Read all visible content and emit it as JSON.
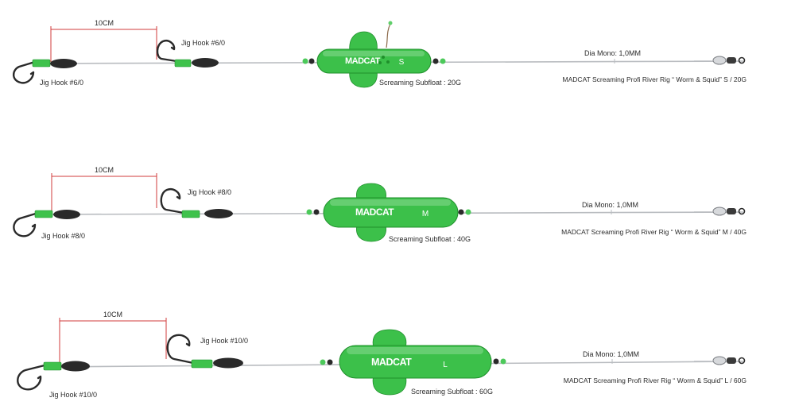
{
  "colors": {
    "line": "#b9bcc0",
    "measure": "#d23b3b",
    "float_green": "#3cc04a",
    "float_dark": "#1f8f2b",
    "sleeve_green": "#3fc24c",
    "bead_green": "#4cc95a",
    "sinker": "#2a2a2a",
    "hook": "#2a2a2a",
    "text": "#2b2b2b"
  },
  "rigs": [
    {
      "measure_label": "10CM",
      "hook_front_label": "Jig Hook #6/0",
      "hook_rear_label": "Jig Hook #6/0",
      "float_brand": "MADCAT",
      "float_size": "S",
      "float_label": "Screaming Subfloat : 20G",
      "line_label": "Dia Mono: 1,0MM",
      "product_label": "MADCAT Screaming Profi River Rig “ Worm & Squid” S / 20G"
    },
    {
      "measure_label": "10CM",
      "hook_front_label": "Jig Hook #8/0",
      "hook_rear_label": "Jig Hook #8/0",
      "float_brand": "MADCAT",
      "float_size": "M",
      "float_label": "Screaming Subfloat : 40G",
      "line_label": "Dia Mono: 1,0MM",
      "product_label": "MADCAT Screaming Profi River Rig “ Worm & Squid” M / 40G"
    },
    {
      "measure_label": "10CM",
      "hook_front_label": "Jig Hook #10/0",
      "hook_rear_label": "Jig Hook #10/0",
      "float_brand": "MADCAT",
      "float_size": "L",
      "float_label": "Screaming Subfloat : 60G",
      "line_label": "Dia Mono: 1,0MM",
      "product_label": "MADCAT Screaming Profi River Rig “ Worm & Squid” L / 60G"
    }
  ]
}
